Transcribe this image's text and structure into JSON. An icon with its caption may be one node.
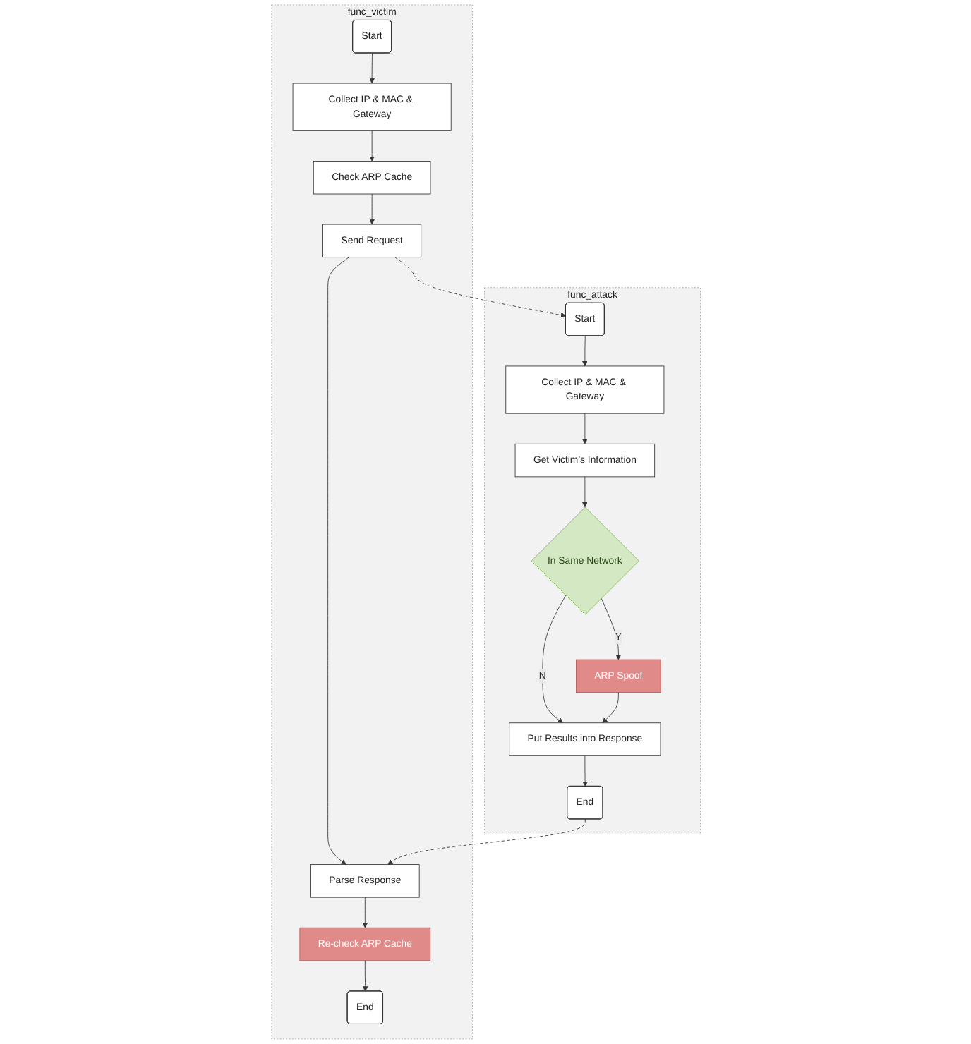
{
  "diagram": {
    "nodes": [
      {
        "text": [
          "func_victim"
        ]
      },
      {
        "text": [
          "Start"
        ],
        "in": 0
      },
      {
        "text": [
          "Collect IP & MAC & Gateway"
        ],
        "in": 0
      },
      {
        "text": [
          "Check ARP Cache"
        ],
        "in": 0
      },
      {
        "text": [
          "Send Request"
        ],
        "in": 0
      },
      {
        "text": [
          "Parse Response"
        ],
        "in": 0
      },
      {
        "text": [
          "Re-check ARP Cache"
        ],
        "in": 0
      },
      {
        "text": [
          "End"
        ],
        "in": 0
      },
      {
        "text": [
          "func_attack"
        ]
      },
      {
        "text": [
          "Start"
        ],
        "in": 8
      },
      {
        "text": [
          "Collect IP & MAC & Gateway"
        ],
        "in": 8
      },
      {
        "text": [
          "Get Victim’s Information"
        ],
        "in": 8
      },
      {
        "text": [
          "In Same Network"
        ],
        "in": 8
      },
      {
        "text": [
          "ARP Spoof"
        ],
        "in": 8
      },
      {
        "text": [
          "Put Results into Response"
        ],
        "in": 8
      },
      {
        "text": [
          "End"
        ],
        "in": 8
      }
    ],
    "edges": [
      {
        "from": 1,
        "to": 2,
        "arrow": "to"
      },
      {
        "from": 2,
        "to": 3,
        "arrow": "to"
      },
      {
        "from": 3,
        "to": 4,
        "arrow": "to"
      },
      {
        "from": 4,
        "to": 5,
        "arrow": "to"
      },
      {
        "from": 5,
        "to": 6,
        "arrow": "to"
      },
      {
        "from": 6,
        "to": 7,
        "arrow": "to"
      },
      {
        "from": 4,
        "to": 9,
        "arrow": "to",
        "style": "dashed"
      },
      {
        "from": 9,
        "to": 10,
        "arrow": "to"
      },
      {
        "from": 10,
        "to": 11,
        "arrow": "to"
      },
      {
        "from": 11,
        "to": 12,
        "arrow": "to"
      },
      {
        "from": 12,
        "to": 13,
        "arrow": "to",
        "label": "Y"
      },
      {
        "from": 12,
        "to": 14,
        "arrow": "to",
        "label": "N"
      },
      {
        "from": 13,
        "to": 14,
        "arrow": "to"
      },
      {
        "from": 14,
        "to": 15,
        "arrow": "to"
      },
      {
        "from": 15,
        "to": 5,
        "arrow": "to",
        "style": "dashed"
      }
    ]
  }
}
